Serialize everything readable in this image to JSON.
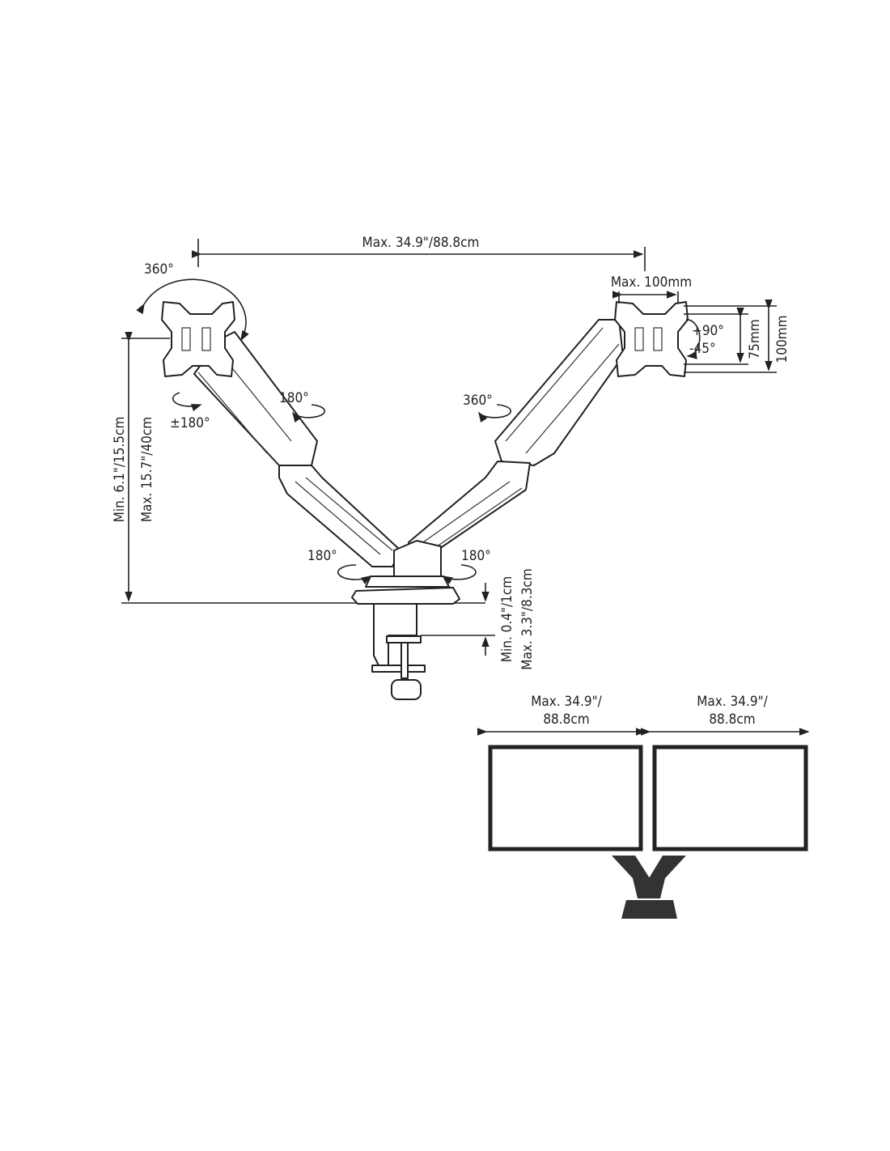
{
  "diagram": {
    "top_span_label": "Max. 34.9\"/88.8cm",
    "left_rotation_label": "360°",
    "height_min_label": "Min. 6.1\"/15.5cm",
    "height_max_label": "Max. 15.7\"/40cm",
    "left_elbow_label": "180°",
    "left_tilt_label": "±180°",
    "right_elbow_label": "360°",
    "base_left_label": "180°",
    "base_right_label": "180°",
    "vesa_max_label": "Max. 100mm",
    "tilt_up_label": "+90°",
    "tilt_down_label": "-45°",
    "vesa_75_label": "75mm",
    "vesa_100_label": "100mm",
    "clamp_min_label": "Min. 0.4\"/1cm",
    "clamp_max_label": "Max. 3.3\"/8.3cm",
    "screen_left_label_1": "Max. 34.9\"/",
    "screen_left_label_2": "88.8cm",
    "screen_right_label_1": "Max. 34.9\"/",
    "screen_right_label_2": "88.8cm"
  },
  "colors": {
    "line": "#222222",
    "stand": "#333333"
  }
}
